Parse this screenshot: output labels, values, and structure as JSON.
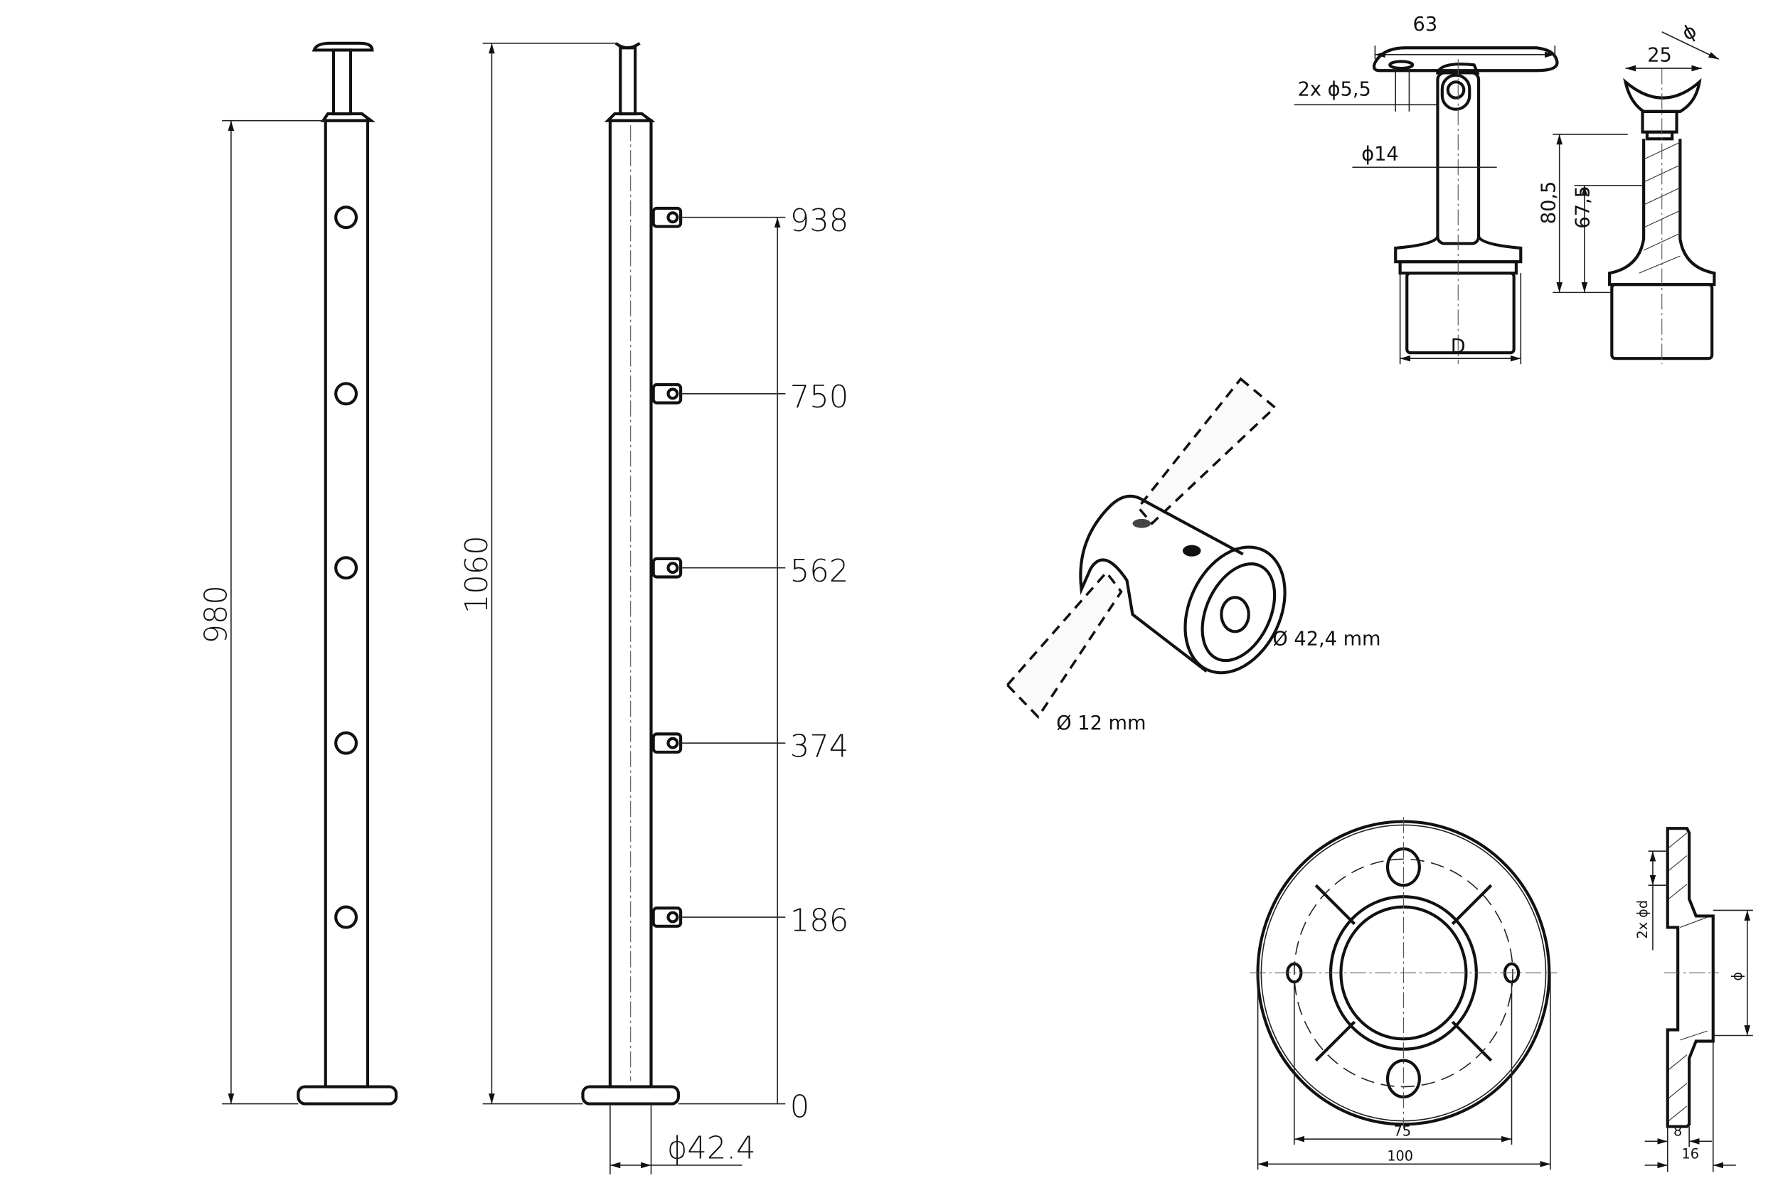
{
  "post_left": {
    "height_label": "980"
  },
  "post_right": {
    "height_label": "1060",
    "diameter_label": "ϕ42.4",
    "bracket_heights": [
      "938",
      "750",
      "562",
      "374",
      "186",
      "0"
    ]
  },
  "handrail_support": {
    "width_label": "63",
    "holes_label": "2x ϕ5,5",
    "stem_label": "ϕ14",
    "base_label": "D",
    "saddle_label": "25",
    "saddle_diameter_label": "ϕ",
    "height_total_label": "80,5",
    "height_pivot_label": "67,5"
  },
  "cross_connector": {
    "tube_label": "Ø 42,4 mm",
    "rod_label": "Ø 12 mm"
  },
  "base_plate": {
    "bolt_circle_label": "75",
    "outer_label": "100",
    "holes_label": "2x ϕd",
    "bore_label": "ϕ",
    "thickness_label": "8",
    "total_height_label": "16"
  }
}
